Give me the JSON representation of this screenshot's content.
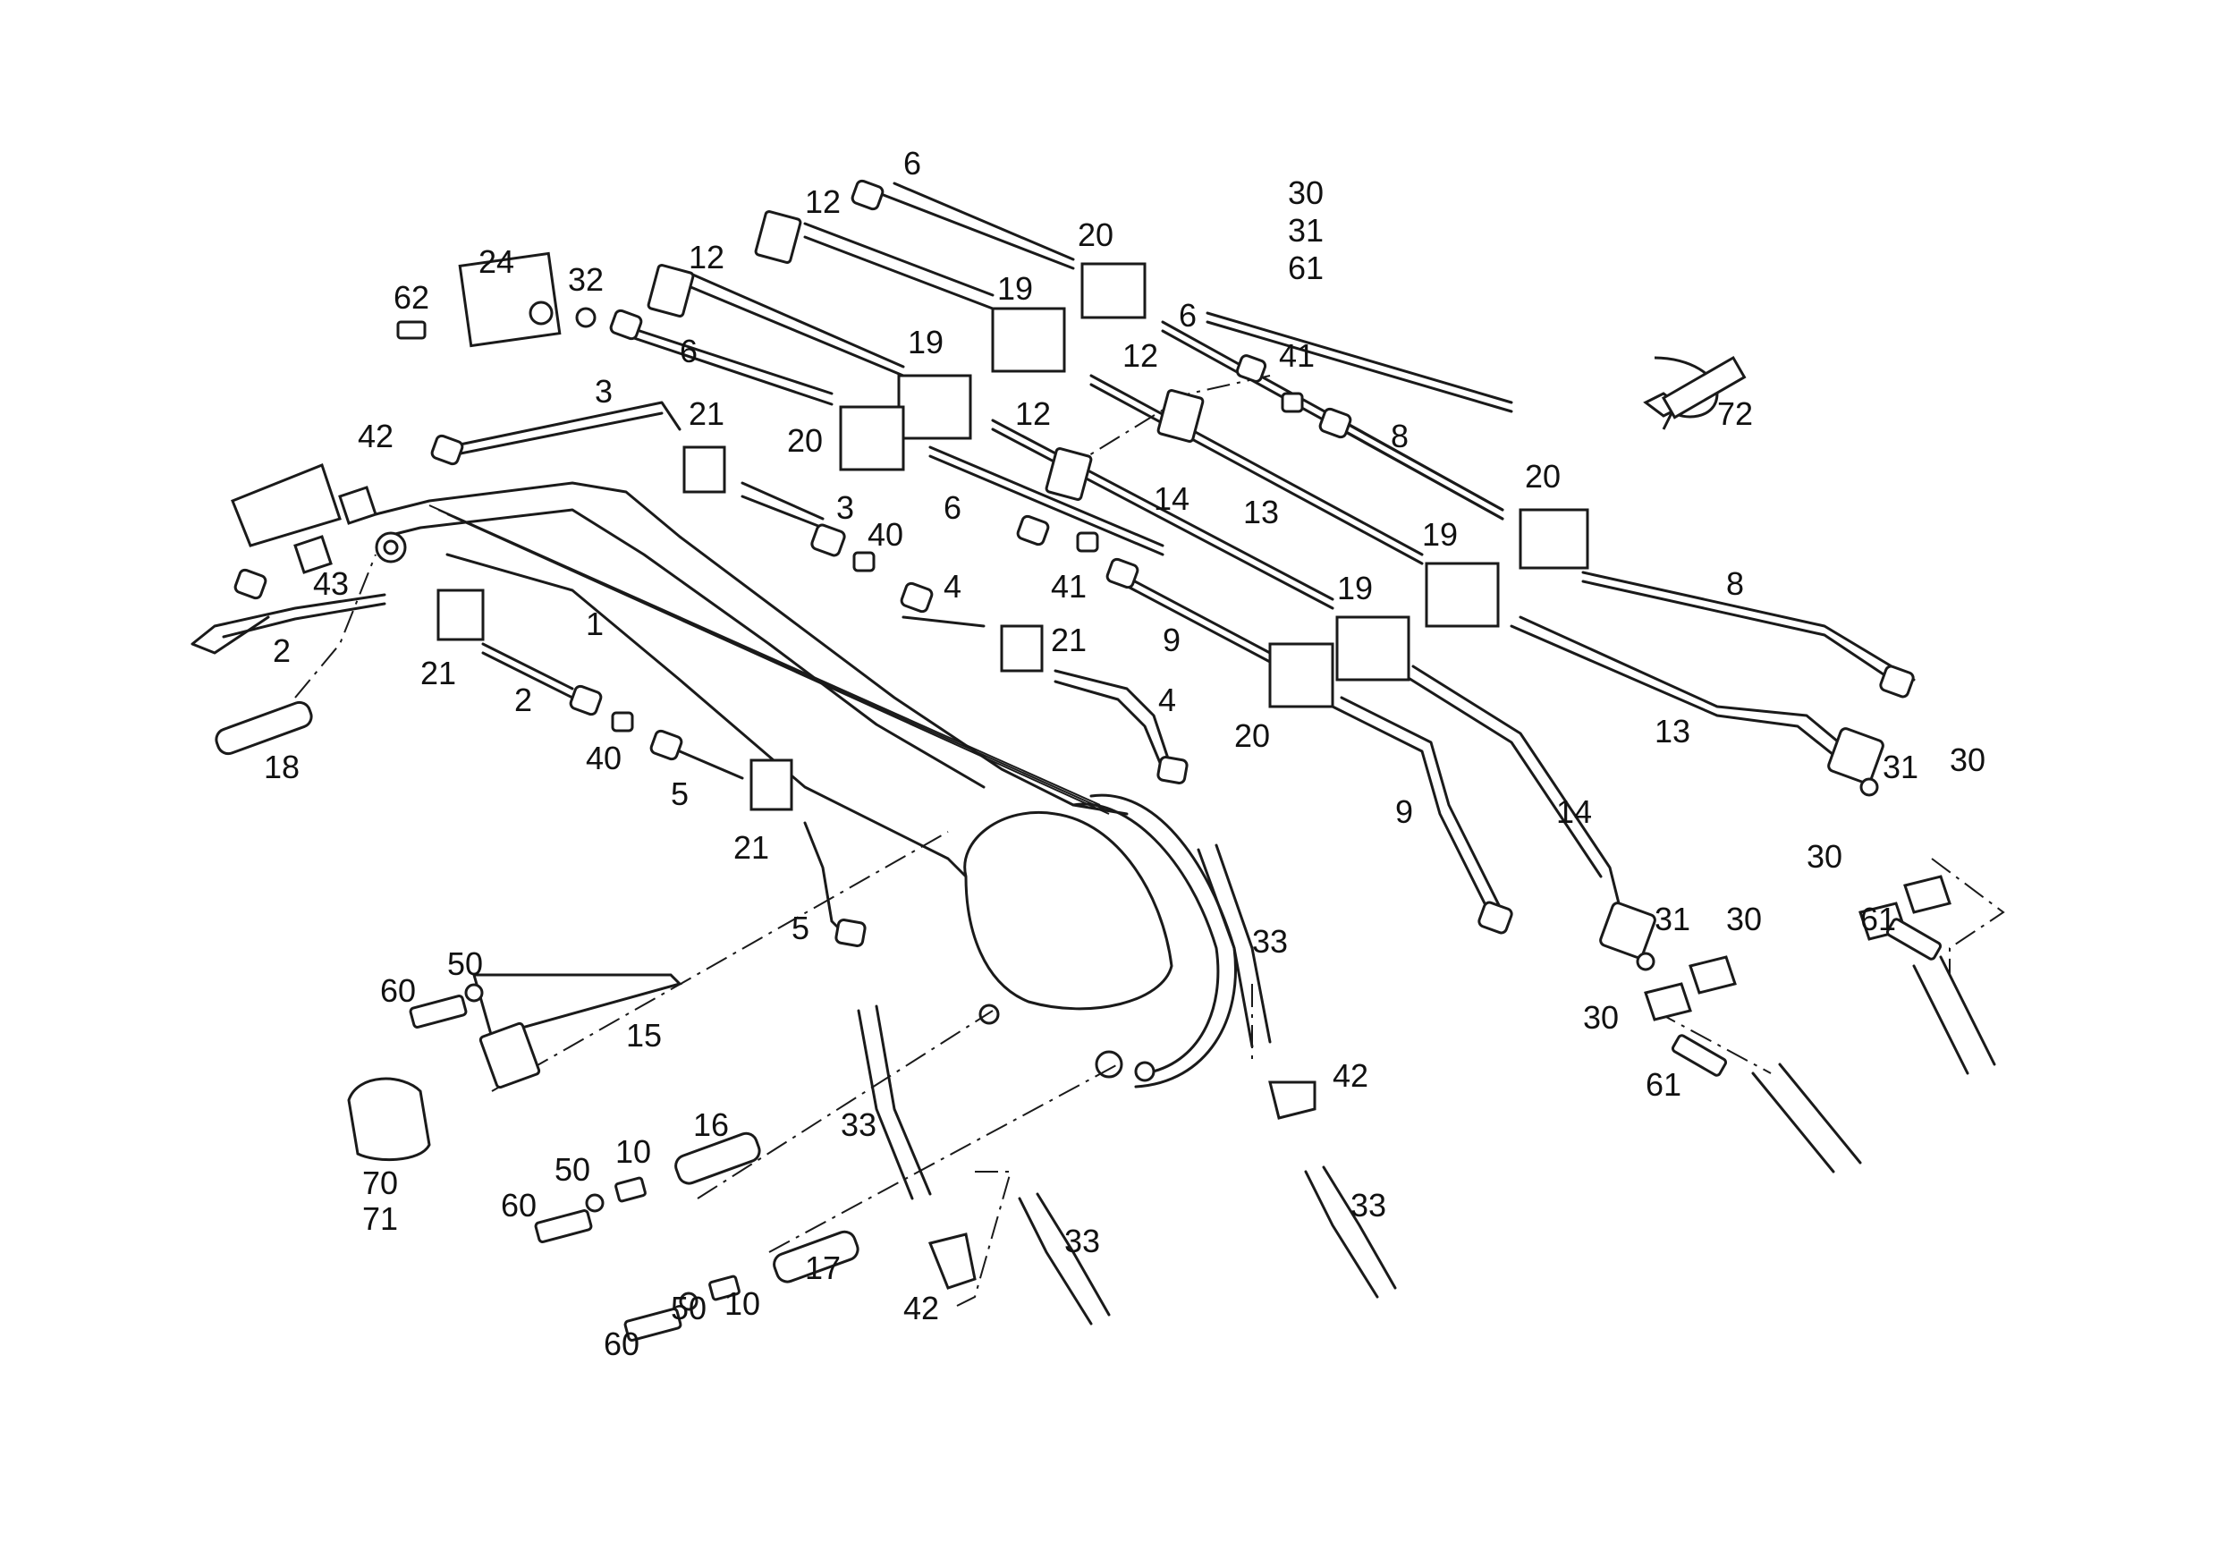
{
  "callouts": [
    {
      "id": "c-6a",
      "text": "6"
    },
    {
      "id": "c-12a",
      "text": "12"
    },
    {
      "id": "c-20a",
      "text": "20"
    },
    {
      "id": "c-30",
      "text": "30"
    },
    {
      "id": "c-31",
      "text": "31"
    },
    {
      "id": "c-61",
      "text": "61"
    },
    {
      "id": "c-24",
      "text": "24"
    },
    {
      "id": "c-32",
      "text": "32"
    },
    {
      "id": "c-62",
      "text": "62"
    },
    {
      "id": "c-12b",
      "text": "12"
    },
    {
      "id": "c-19a",
      "text": "19"
    },
    {
      "id": "c-6b",
      "text": "6"
    },
    {
      "id": "c-41a",
      "text": "41"
    },
    {
      "id": "c-12c",
      "text": "12"
    },
    {
      "id": "c-19b",
      "text": "19"
    },
    {
      "id": "c-6c",
      "text": "6"
    },
    {
      "id": "c-72",
      "text": "72"
    },
    {
      "id": "c-3a",
      "text": "3"
    },
    {
      "id": "c-21a",
      "text": "21"
    },
    {
      "id": "c-12d",
      "text": "12"
    },
    {
      "id": "c-8a",
      "text": "8"
    },
    {
      "id": "c-42a",
      "text": "42"
    },
    {
      "id": "c-20b",
      "text": "20"
    },
    {
      "id": "c-14a",
      "text": "14"
    },
    {
      "id": "c-13a",
      "text": "13"
    },
    {
      "id": "c-20c",
      "text": "20"
    },
    {
      "id": "c-3b",
      "text": "3"
    },
    {
      "id": "c-40a",
      "text": "40"
    },
    {
      "id": "c-6d",
      "text": "6"
    },
    {
      "id": "c-19c",
      "text": "19"
    },
    {
      "id": "c-43",
      "text": "43"
    },
    {
      "id": "c-4a",
      "text": "4"
    },
    {
      "id": "c-41b",
      "text": "41"
    },
    {
      "id": "c-8b",
      "text": "8"
    },
    {
      "id": "c-19d",
      "text": "19"
    },
    {
      "id": "c-1",
      "text": "1"
    },
    {
      "id": "c-2a",
      "text": "2"
    },
    {
      "id": "c-21b",
      "text": "21"
    },
    {
      "id": "c-9a",
      "text": "9"
    },
    {
      "id": "c-21c",
      "text": "21"
    },
    {
      "id": "c-4b",
      "text": "4"
    },
    {
      "id": "c-2b",
      "text": "2"
    },
    {
      "id": "c-13b",
      "text": "13"
    },
    {
      "id": "c-20d",
      "text": "20"
    },
    {
      "id": "c-18",
      "text": "18"
    },
    {
      "id": "c-40b",
      "text": "40"
    },
    {
      "id": "c-31b",
      "text": "31"
    },
    {
      "id": "c-30b",
      "text": "30"
    },
    {
      "id": "c-5a",
      "text": "5"
    },
    {
      "id": "c-9b",
      "text": "9"
    },
    {
      "id": "c-14b",
      "text": "14"
    },
    {
      "id": "c-21d",
      "text": "21"
    },
    {
      "id": "c-30c",
      "text": "30"
    },
    {
      "id": "c-61b",
      "text": "61"
    },
    {
      "id": "c-5b",
      "text": "5"
    },
    {
      "id": "c-33a",
      "text": "33"
    },
    {
      "id": "c-31c",
      "text": "31"
    },
    {
      "id": "c-30d",
      "text": "30"
    },
    {
      "id": "c-60a",
      "text": "60"
    },
    {
      "id": "c-50a",
      "text": "50"
    },
    {
      "id": "c-15",
      "text": "15"
    },
    {
      "id": "c-30e",
      "text": "30"
    },
    {
      "id": "c-42b",
      "text": "42"
    },
    {
      "id": "c-61c",
      "text": "61"
    },
    {
      "id": "c-16",
      "text": "16"
    },
    {
      "id": "c-33b",
      "text": "33"
    },
    {
      "id": "c-70",
      "text": "70"
    },
    {
      "id": "c-71",
      "text": "71"
    },
    {
      "id": "c-50b",
      "text": "50"
    },
    {
      "id": "c-10a",
      "text": "10"
    },
    {
      "id": "c-60b",
      "text": "60"
    },
    {
      "id": "c-33c",
      "text": "33"
    },
    {
      "id": "c-33d",
      "text": "33"
    },
    {
      "id": "c-17",
      "text": "17"
    },
    {
      "id": "c-60c",
      "text": "60"
    },
    {
      "id": "c-50c",
      "text": "50"
    },
    {
      "id": "c-10b",
      "text": "10"
    },
    {
      "id": "c-42c",
      "text": "42"
    }
  ]
}
